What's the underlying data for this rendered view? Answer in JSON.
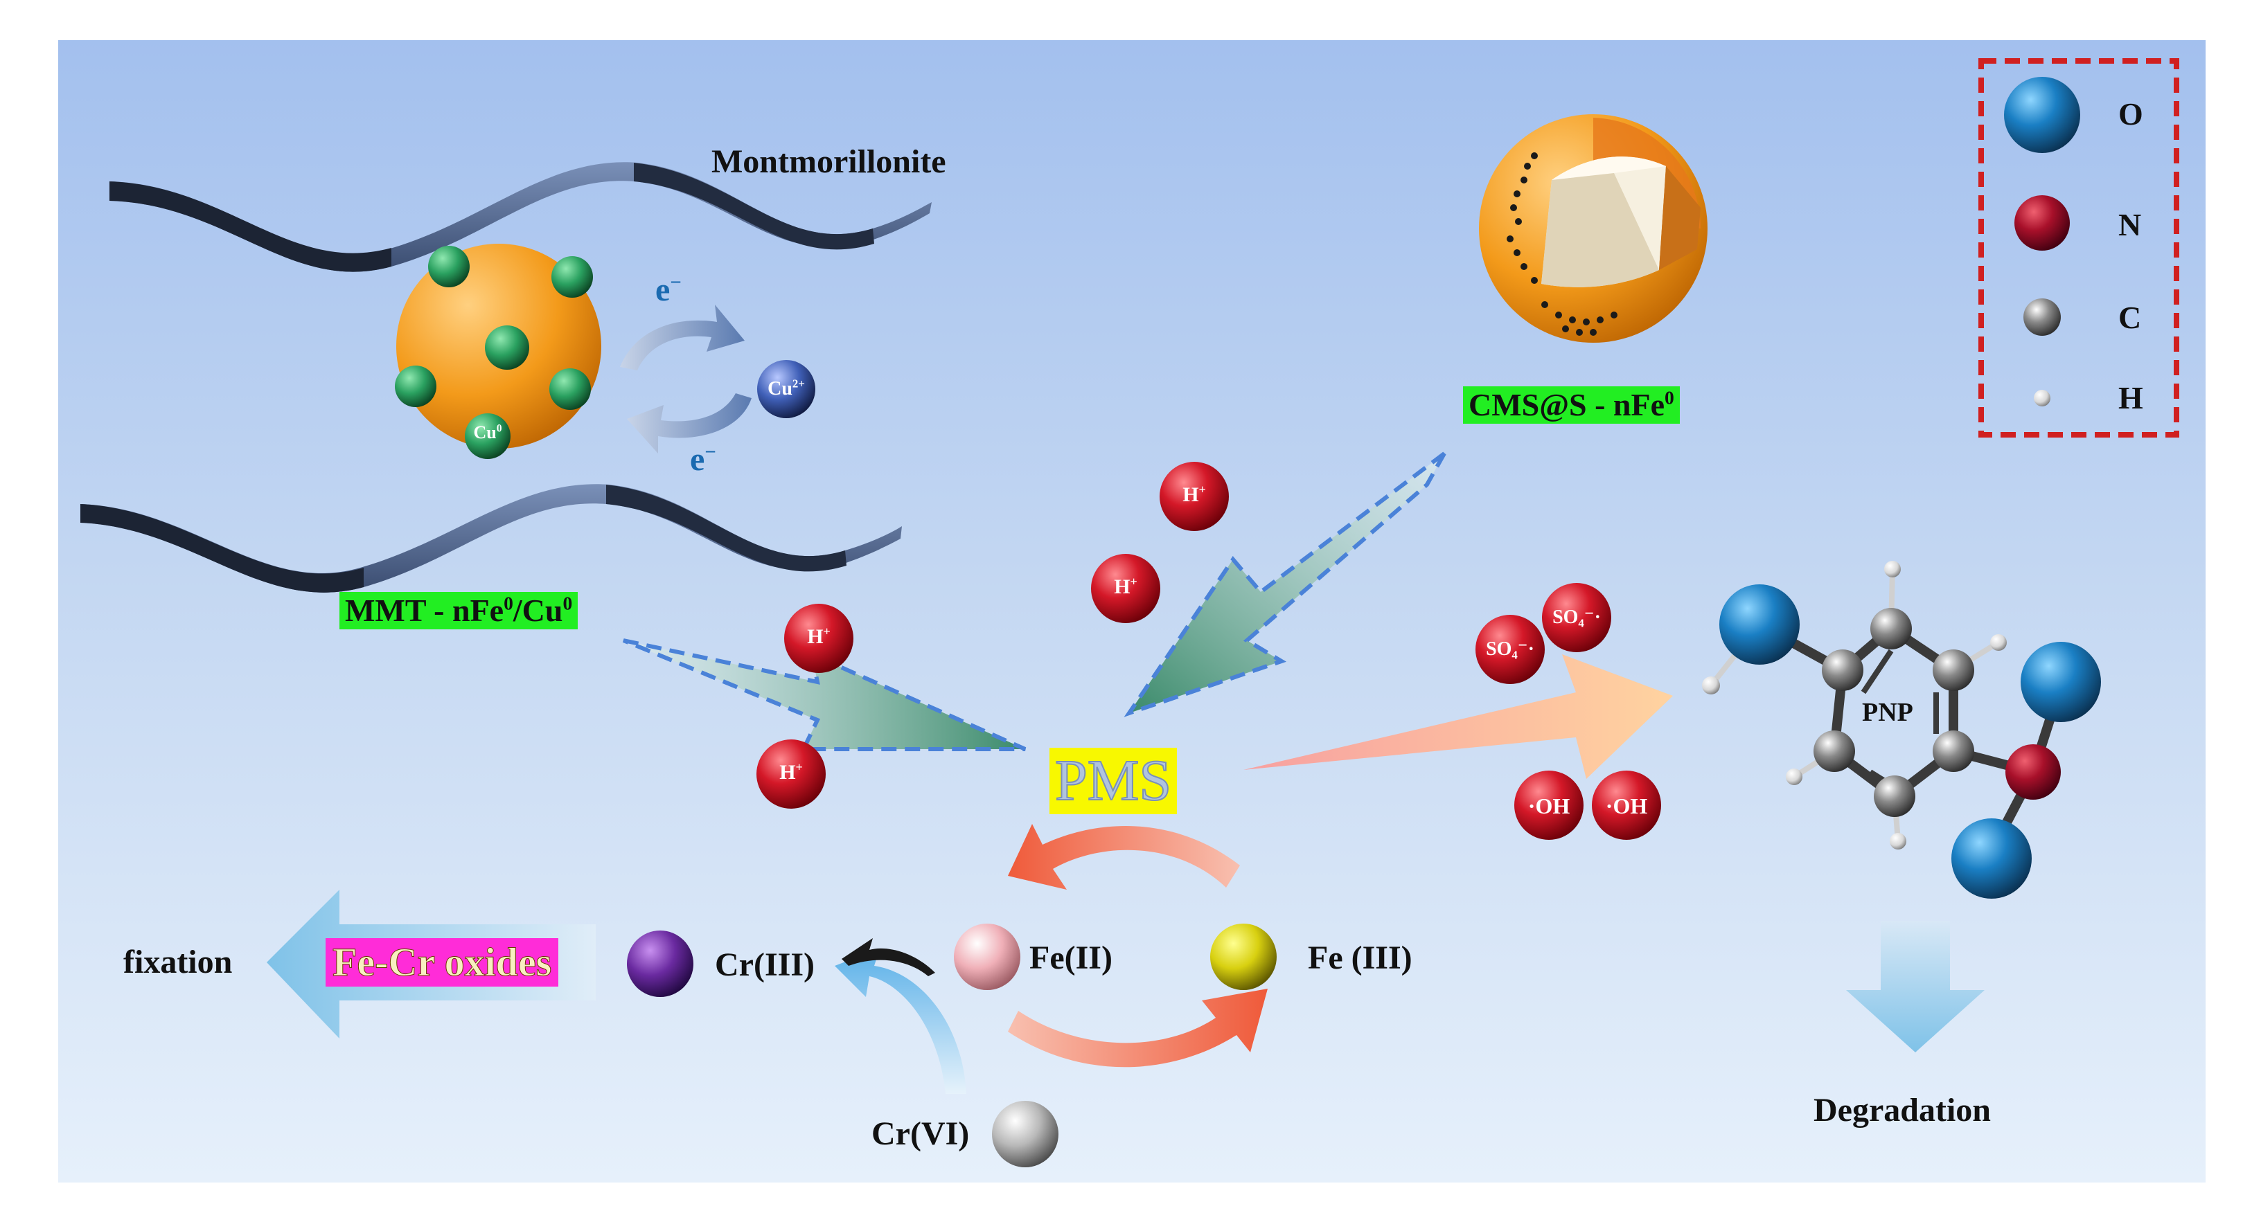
{
  "labels": {
    "montmorillonite": "Montmorillonite",
    "electron_top": "e",
    "electron_bottom": "e",
    "electron_charge": "−",
    "cu2_base": "Cu",
    "cu2_sup": "2+",
    "cu0_base": "Cu",
    "cu0_sup": "0",
    "mmt_catalyst_a": "MMT - nFe",
    "mmt_catalyst_sup1": "0",
    "mmt_catalyst_b": "/Cu",
    "mmt_catalyst_sup2": "0",
    "cms_catalyst_a": "CMS@S - nFe",
    "cms_catalyst_sup": "0",
    "pms": "PMS",
    "so4": "SO₄⁻·",
    "oh": "·OH",
    "h_base": "H",
    "h_sup": "+",
    "pnp": "PNP",
    "degradation": "Degradation",
    "fe2": "Fe(II)",
    "fe3": "Fe (III)",
    "cr3": "Cr(III)",
    "cr6": "Cr(VI)",
    "fe_cr_oxides": "Fe-Cr oxides",
    "fixation": "fixation"
  },
  "legend": {
    "items": [
      {
        "symbol": "O",
        "color": "#1a7fc4"
      },
      {
        "symbol": "N",
        "color": "#b01028"
      },
      {
        "symbol": "C",
        "color": "#8a8a8a"
      },
      {
        "symbol": "H",
        "color": "#d0d0d0"
      }
    ]
  },
  "colors": {
    "background_top": "#a5c2ee",
    "background_bottom": "#e3eefa",
    "clay_sheet": "#2a3548",
    "nanoparticle": "#f39a1a",
    "cu0_particle": "#2aa160",
    "proton": "#d01c2a",
    "fe2_sphere": "#f0b0b8",
    "fe3_sphere": "#d8d010",
    "cr3_sphere": "#6a2aa0",
    "cr6_sphere": "#b8b8b8",
    "legend_border": "#d02020"
  }
}
